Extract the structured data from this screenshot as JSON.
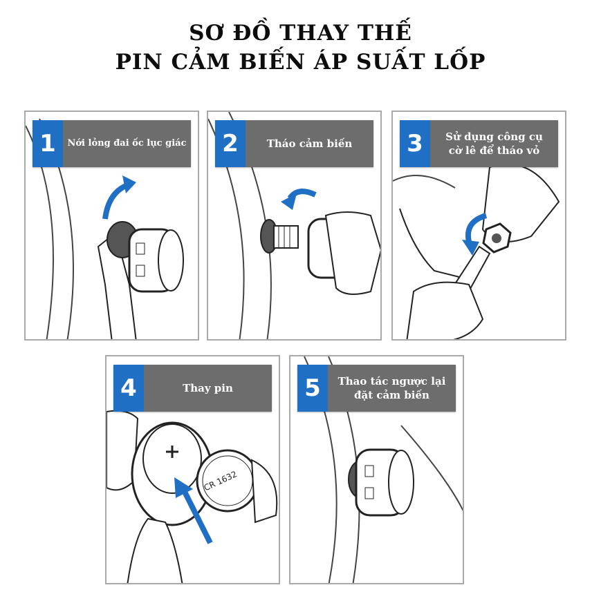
{
  "title": {
    "line1": "SƠ ĐỒ THAY THẾ",
    "line2": "PIN CẢM BIẾN ÁP SUẤT LỐP"
  },
  "steps": [
    {
      "number": "1",
      "text": "Nới lỏng đai ốc lục giác"
    },
    {
      "number": "2",
      "text": "Tháo cảm biến"
    },
    {
      "number": "3",
      "text": "Sử dụng công cụ\ncờ lê để tháo vỏ"
    },
    {
      "number": "4",
      "text": "Thay pin"
    },
    {
      "number": "5",
      "text": "Thao tác ngược lại\nđặt cảm biến"
    }
  ],
  "battery_label": "CR 1632",
  "colors": {
    "step_number_bg": "#1f6fc5",
    "step_text_bg": "#6d6d6d",
    "arrow": "#1f6fc5"
  }
}
